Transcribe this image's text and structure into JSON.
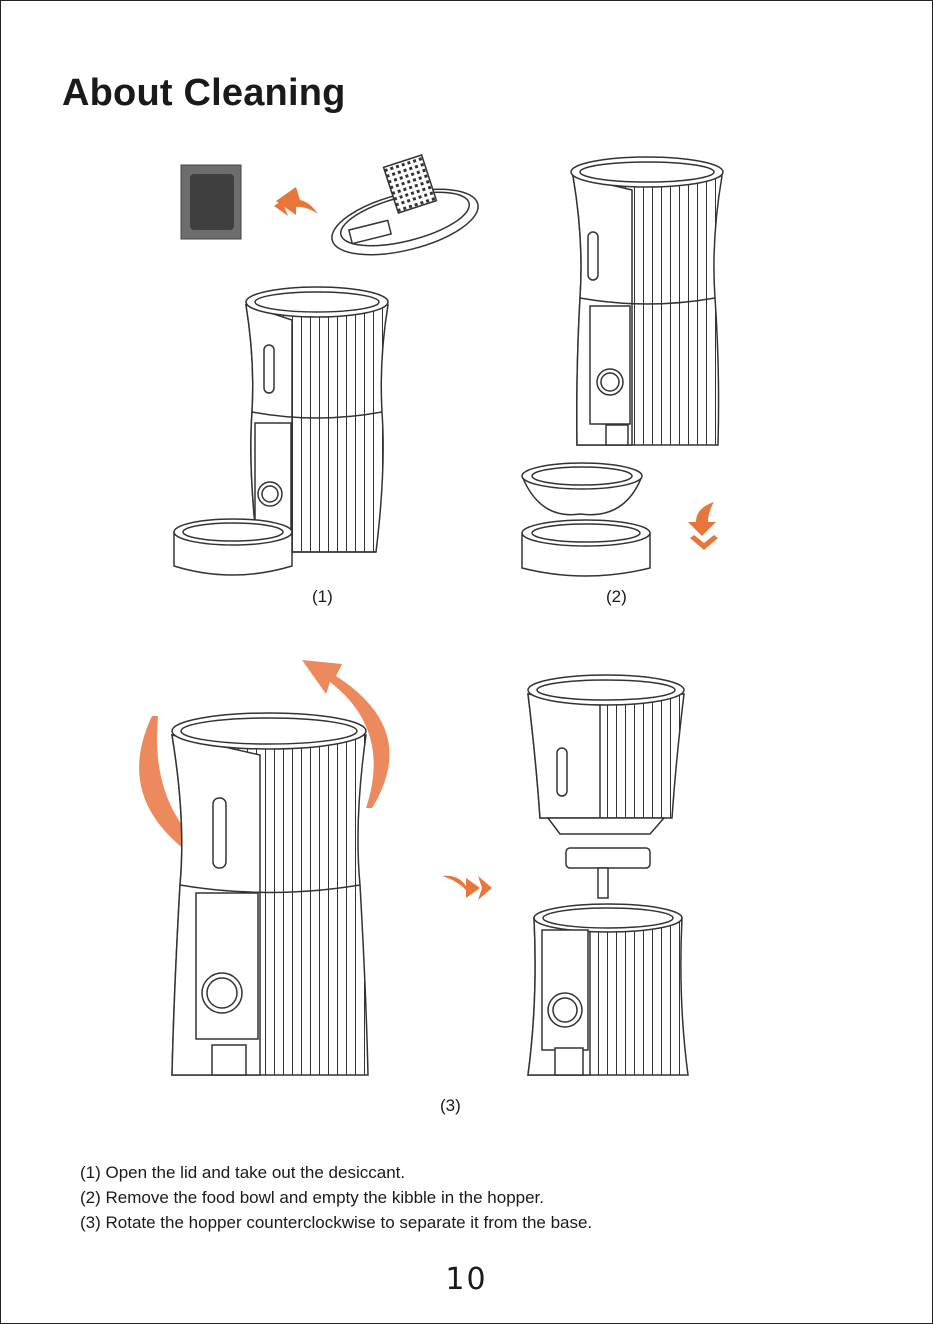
{
  "page": {
    "title": "About Cleaning",
    "page_number": "10",
    "accent_color": "#e8763a"
  },
  "figures": [
    {
      "caption": "(1)",
      "depicts": [
        "desiccant-pack",
        "lid",
        "feeder",
        "food-bowl"
      ]
    },
    {
      "caption": "(2)",
      "depicts": [
        "feeder",
        "bowl-insert",
        "bowl-base"
      ]
    },
    {
      "caption": "(3)",
      "depicts": [
        "feeder-rotating",
        "hopper-separated",
        "base-separated"
      ]
    }
  ],
  "instructions": [
    "(1) Open the lid and take out the desiccant.",
    "(2) Remove the food bowl and empty the kibble in the hopper.",
    "(3) Rotate the hopper counterclockwise to separate it from the base."
  ]
}
